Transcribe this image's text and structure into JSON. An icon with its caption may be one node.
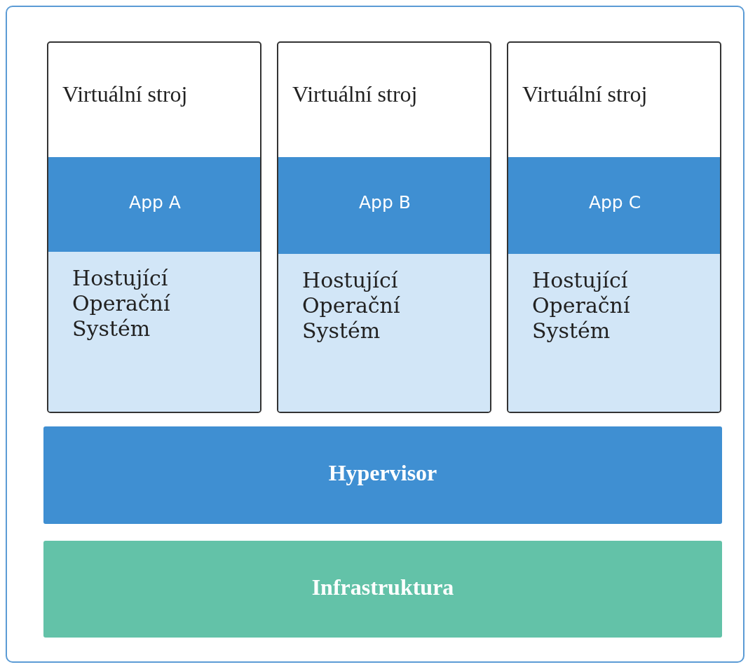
{
  "diagram": {
    "nodes": [
      {
        "text": [],
        "shape": "box"
      },
      {
        "text": [
          "Virtuální stroj"
        ],
        "in": 0
      },
      {
        "text": [
          "App A"
        ],
        "in": 1
      },
      {
        "text": [
          "Hostující Operační Systém"
        ],
        "in": 1
      },
      {
        "text": [
          "Virtuální stroj"
        ],
        "in": 0
      },
      {
        "text": [
          "App B"
        ],
        "in": 4
      },
      {
        "text": [
          "Hostující Operační Systém"
        ],
        "in": 4
      },
      {
        "text": [
          "Virtuální stroj"
        ],
        "in": 0
      },
      {
        "text": [
          "App C"
        ],
        "in": 7
      },
      {
        "text": [
          "Hostující Operační Systém"
        ],
        "in": 7
      },
      {
        "text": [
          "Hypervisor"
        ],
        "in": 0
      },
      {
        "text": [
          "Infrastruktura"
        ],
        "in": 0
      }
    ]
  }
}
